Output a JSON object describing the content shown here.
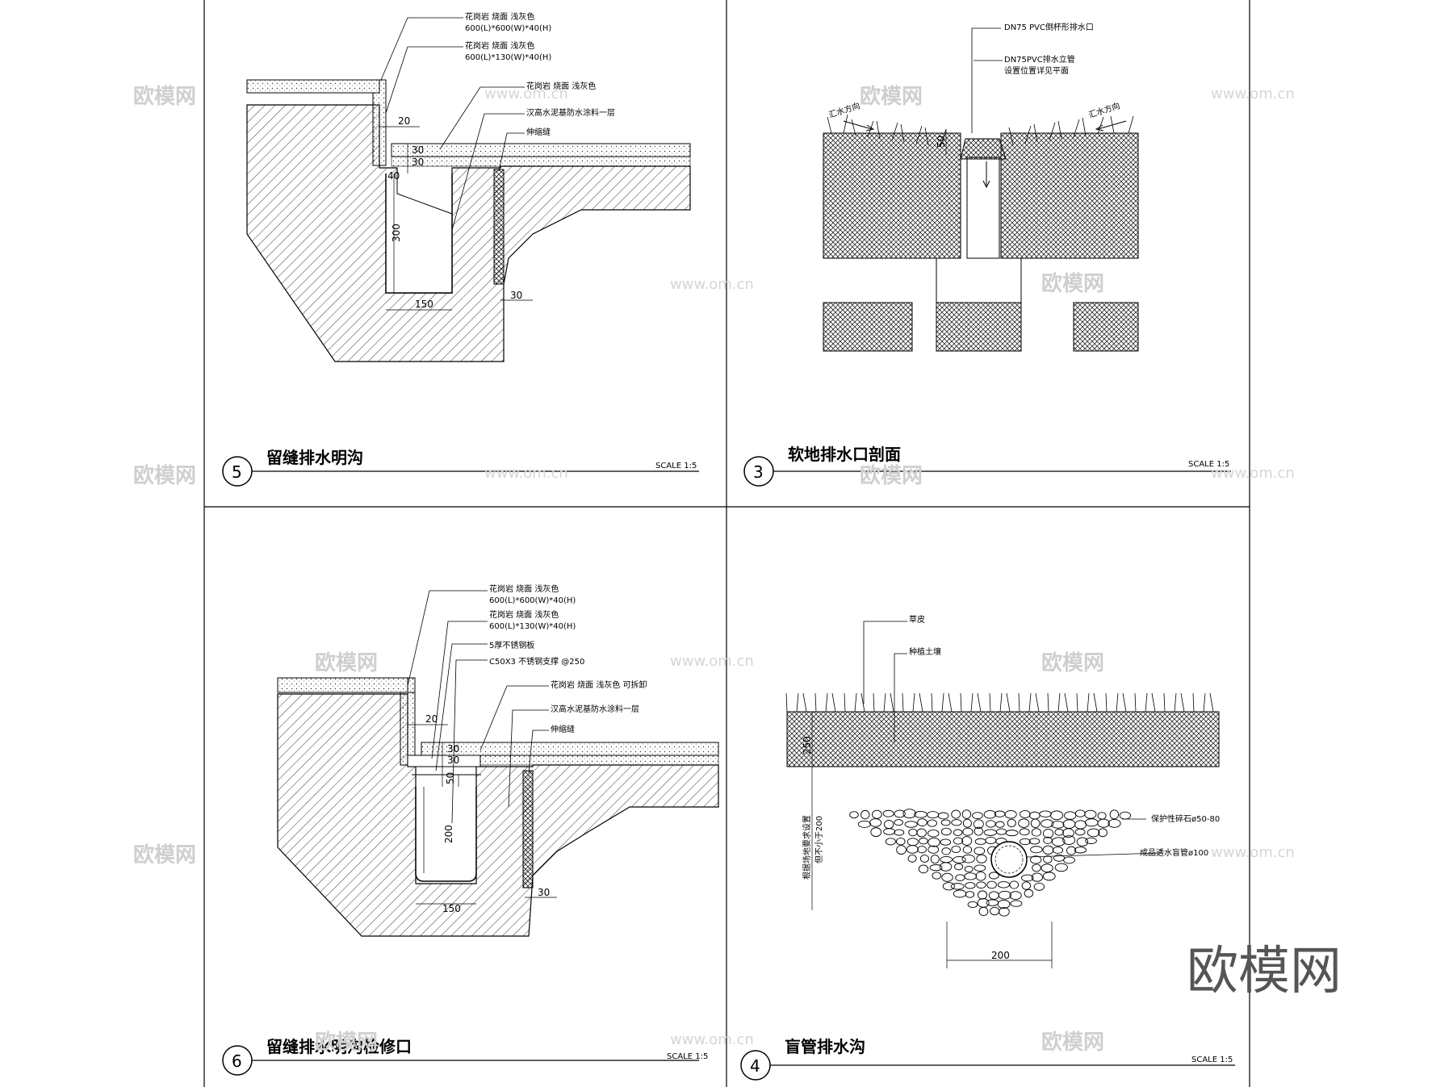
{
  "panels": [
    {
      "id": "5",
      "title": "留缝排水明沟",
      "scale": "SCALE  1:5",
      "notes": [
        "花岗岩 烧面 浅灰色",
        "600(L)*600(W)*40(H)",
        "花岗岩 烧面 浅灰色",
        "600(L)*130(W)*40(H)",
        "花岗岩 烧面 浅灰色",
        "汉高水泥基防水涂料一层",
        "伸缩缝"
      ],
      "dims": [
        "20",
        "30",
        "30",
        "40",
        "300",
        "150",
        "30"
      ]
    },
    {
      "id": "3",
      "title": "软地排水口剖面",
      "scale": "SCALE  1:5",
      "notes": [
        "DN75  PVC倒杯形排水口",
        "DN75PVC排水立管",
        "设置位置详见平面",
        "汇水方向",
        "汇水方向"
      ],
      "dims": [
        "50"
      ]
    },
    {
      "id": "6",
      "title": "留缝排水明沟检修口",
      "scale": "SCALE  1:5",
      "notes": [
        "花岗岩 烧面 浅灰色",
        "600(L)*600(W)*40(H)",
        "花岗岩 烧面 浅灰色",
        "600(L)*130(W)*40(H)",
        "5厚不锈钢板",
        "C50X3 不锈钢支撑 @250",
        "花岗岩 烧面 浅灰色 可拆卸",
        "汉高水泥基防水涂料一层",
        "伸缩缝"
      ],
      "dims": [
        "20",
        "30",
        "30",
        "50",
        "200",
        "150",
        "30"
      ]
    },
    {
      "id": "4",
      "title": "盲管排水沟",
      "scale": "SCALE  1:5",
      "notes": [
        "草皮",
        "种植土壤",
        "保护性碎石ø50-80",
        "成品透水盲管ø100",
        "根据场地要求设置",
        "但不小于200"
      ],
      "dims": [
        "250",
        "200"
      ]
    }
  ],
  "watermark": {
    "logo": "欧模网",
    "url": "www.om.cn",
    "brand": "欧模网"
  }
}
